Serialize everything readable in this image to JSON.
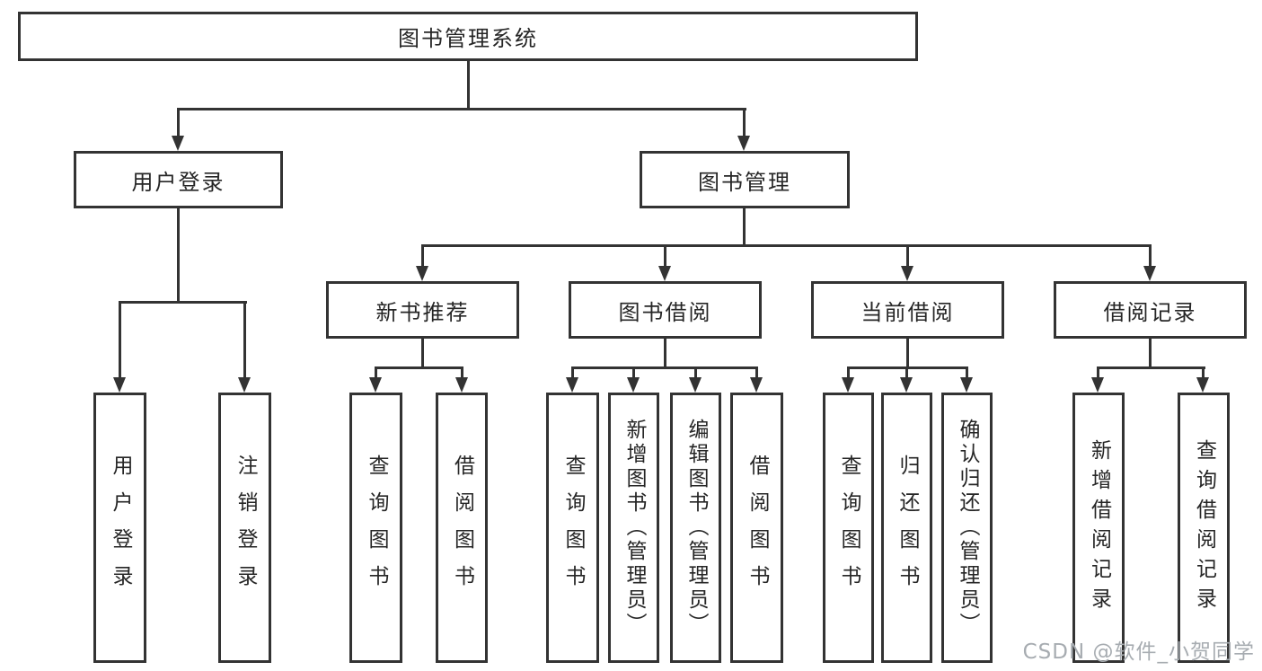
{
  "colors": {
    "line": "#333333",
    "text": "#262626",
    "background": "#ffffff",
    "watermark": "#a7acb1"
  },
  "watermark": {
    "text": "CSDN @软件_小贺同学"
  },
  "nodes": {
    "root": {
      "label": "图书管理系统"
    },
    "user_login": {
      "label": "用户登录"
    },
    "book_mgmt": {
      "label": "图书管理"
    },
    "new_books": {
      "label": "新书推荐"
    },
    "book_borrow": {
      "label": "图书借阅"
    },
    "current_borrow": {
      "label": "当前借阅"
    },
    "borrow_records": {
      "label": "借阅记录"
    },
    "leaf_user_login": {
      "label": "用户登录"
    },
    "leaf_logout": {
      "label": "注销登录"
    },
    "leaf_newbook_query": {
      "label": "查询图书"
    },
    "leaf_newbook_borrow": {
      "label": "借阅图书"
    },
    "leaf_borrow_query": {
      "label": "查询图书"
    },
    "leaf_borrow_add": {
      "label": "新增图书（管理员）"
    },
    "leaf_borrow_edit": {
      "label": "编辑图书（管理员）"
    },
    "leaf_borrow_borrow": {
      "label": "借阅图书"
    },
    "leaf_current_query": {
      "label": "查询图书"
    },
    "leaf_current_return": {
      "label": "归还图书"
    },
    "leaf_current_confirm": {
      "label": "确认归还（管理员）"
    },
    "leaf_records_add": {
      "label": "新增借阅记录"
    },
    "leaf_records_query": {
      "label": "查询借阅记录"
    }
  },
  "structure": {
    "root": "root",
    "children": {
      "root": [
        "user_login",
        "book_mgmt"
      ],
      "user_login": [
        "leaf_user_login",
        "leaf_logout"
      ],
      "book_mgmt": [
        "new_books",
        "book_borrow",
        "current_borrow",
        "borrow_records"
      ],
      "new_books": [
        "leaf_newbook_query",
        "leaf_newbook_borrow"
      ],
      "book_borrow": [
        "leaf_borrow_query",
        "leaf_borrow_add",
        "leaf_borrow_edit",
        "leaf_borrow_borrow"
      ],
      "current_borrow": [
        "leaf_current_query",
        "leaf_current_return",
        "leaf_current_confirm"
      ],
      "borrow_records": [
        "leaf_records_add",
        "leaf_records_query"
      ]
    }
  }
}
